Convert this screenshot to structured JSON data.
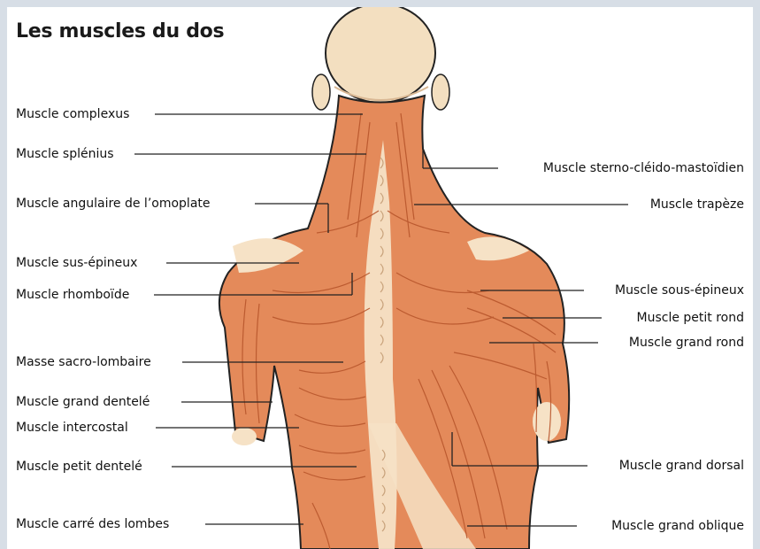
{
  "title": "Les muscles du dos",
  "colors": {
    "muscle": "#e48a5a",
    "muscle_dark": "#b8562c",
    "tendon": "#f6e2c6",
    "skin": "#f3dfc0",
    "line": "#222222"
  },
  "labels_left": [
    "Muscle complexus",
    "Muscle splénius",
    "Muscle angulaire de l’omoplate",
    "Muscle sus-épineux",
    "Muscle rhomboïde",
    "Masse sacro-lombaire",
    "Muscle grand dentelé",
    "Muscle intercostal",
    "Muscle petit dentelé",
    "Muscle carré des lombes"
  ],
  "labels_right": [
    "Muscle sterno-cléido-mastoïdien",
    "Muscle trapèze",
    "Muscle sous-épineux",
    "Muscle petit rond",
    "Muscle grand rond",
    "Muscle grand dorsal",
    "Muscle grand oblique"
  ]
}
